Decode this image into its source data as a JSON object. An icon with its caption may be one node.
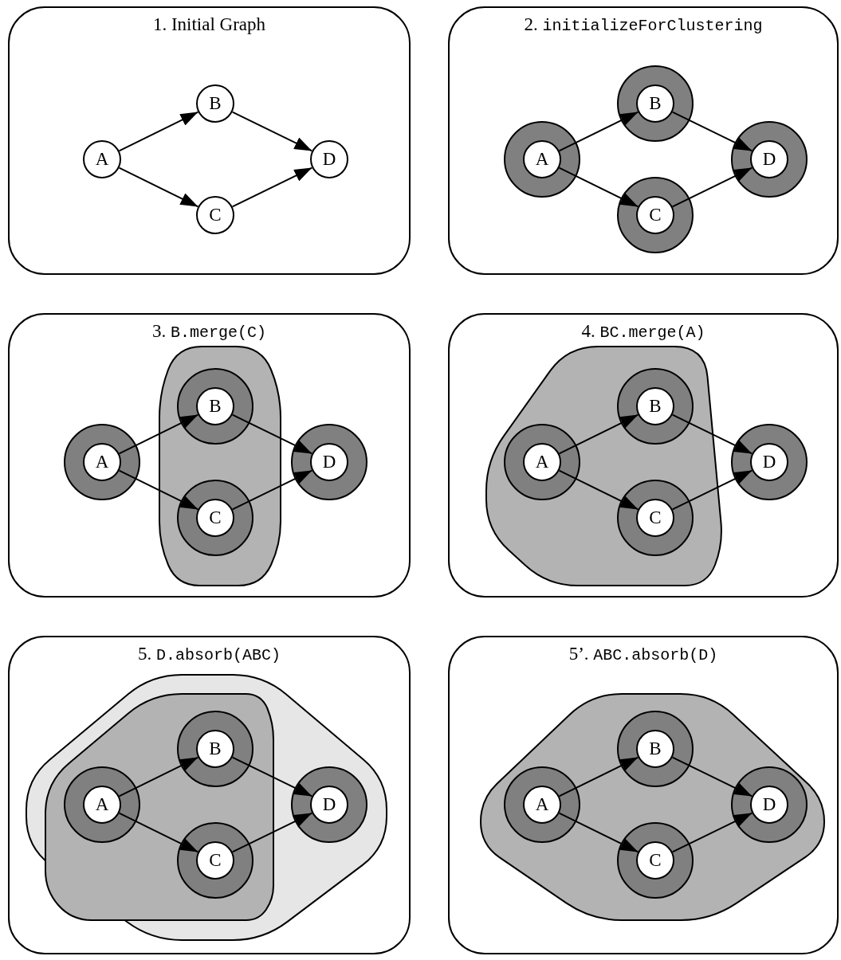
{
  "diagram": {
    "nodes": [
      {
        "text": [
          "1. Initial Graph"
        ]
      },
      {
        "text": [
          "A"
        ],
        "in": 0
      },
      {
        "text": [
          "B"
        ],
        "in": 0
      },
      {
        "text": [
          "C"
        ],
        "in": 0
      },
      {
        "text": [
          "D"
        ],
        "in": 0
      },
      {
        "text": [
          "2. initializeForClustering"
        ]
      },
      {
        "text": [],
        "shape": "circle",
        "in": 5
      },
      {
        "text": [
          "A"
        ],
        "in": 6
      },
      {
        "text": [],
        "shape": "circle",
        "in": 5
      },
      {
        "text": [
          "B"
        ],
        "in": 8
      },
      {
        "text": [],
        "shape": "circle",
        "in": 5
      },
      {
        "text": [
          "C"
        ],
        "in": 10
      },
      {
        "text": [],
        "shape": "circle",
        "in": 5
      },
      {
        "text": [
          "D"
        ],
        "in": 12
      },
      {
        "text": [
          "3. B.merge(C)"
        ]
      },
      {
        "text": [],
        "shape": "circle",
        "in": 14
      },
      {
        "text": [
          "A"
        ],
        "in": 15
      },
      {
        "text": [],
        "shape": "box",
        "in": 14
      },
      {
        "text": [],
        "shape": "circle",
        "in": 17
      },
      {
        "text": [
          "B"
        ],
        "in": 18
      },
      {
        "text": [],
        "shape": "circle",
        "in": 17
      },
      {
        "text": [
          "C"
        ],
        "in": 20
      },
      {
        "text": [],
        "shape": "circle",
        "in": 14
      },
      {
        "text": [
          "D"
        ],
        "in": 22
      },
      {
        "text": [
          "4. BC.merge(A)"
        ]
      },
      {
        "text": [],
        "shape": "box",
        "in": 24
      },
      {
        "text": [],
        "shape": "circle",
        "in": 25
      },
      {
        "text": [
          "A"
        ],
        "in": 26
      },
      {
        "text": [],
        "shape": "circle",
        "in": 25
      },
      {
        "text": [
          "B"
        ],
        "in": 28
      },
      {
        "text": [],
        "shape": "circle",
        "in": 25
      },
      {
        "text": [
          "C"
        ],
        "in": 30
      },
      {
        "text": [],
        "shape": "circle",
        "in": 24
      },
      {
        "text": [
          "D"
        ],
        "in": 32
      },
      {
        "text": [
          "5. D.absorb(ABC)"
        ]
      },
      {
        "text": [],
        "shape": "box",
        "in": 34
      },
      {
        "text": [],
        "shape": "box",
        "in": 35
      },
      {
        "text": [],
        "shape": "circle",
        "in": 36
      },
      {
        "text": [
          "A"
        ],
        "in": 37
      },
      {
        "text": [],
        "shape": "circle",
        "in": 36
      },
      {
        "text": [
          "B"
        ],
        "in": 39
      },
      {
        "text": [],
        "shape": "circle",
        "in": 36
      },
      {
        "text": [
          "C"
        ],
        "in": 41
      },
      {
        "text": [],
        "shape": "circle",
        "in": 35
      },
      {
        "text": [
          "D"
        ],
        "in": 43
      },
      {
        "text": [
          "5’. ABC.absorb(D)"
        ]
      },
      {
        "text": [],
        "shape": "box",
        "in": 45
      },
      {
        "text": [],
        "shape": "circle",
        "in": 46
      },
      {
        "text": [
          "A"
        ],
        "in": 47
      },
      {
        "text": [],
        "shape": "circle",
        "in": 46
      },
      {
        "text": [
          "B"
        ],
        "in": 49
      },
      {
        "text": [],
        "shape": "circle",
        "in": 46
      },
      {
        "text": [
          "C"
        ],
        "in": 51
      },
      {
        "text": [],
        "shape": "circle",
        "in": 46
      },
      {
        "text": [
          "D"
        ],
        "in": 53
      }
    ],
    "edges": [
      {
        "from": 1,
        "to": 2,
        "arrow": "to"
      },
      {
        "from": 1,
        "to": 3,
        "arrow": "to"
      },
      {
        "from": 2,
        "to": 4,
        "arrow": "to"
      },
      {
        "from": 3,
        "to": 4,
        "arrow": "to"
      },
      {
        "from": 7,
        "to": 9,
        "arrow": "to"
      },
      {
        "from": 7,
        "to": 11,
        "arrow": "to"
      },
      {
        "from": 9,
        "to": 13,
        "arrow": "to"
      },
      {
        "from": 11,
        "to": 13,
        "arrow": "to"
      },
      {
        "from": 16,
        "to": 19,
        "arrow": "to"
      },
      {
        "from": 16,
        "to": 21,
        "arrow": "to"
      },
      {
        "from": 19,
        "to": 23,
        "arrow": "to"
      },
      {
        "from": 21,
        "to": 23,
        "arrow": "to"
      },
      {
        "from": 27,
        "to": 29,
        "arrow": "to"
      },
      {
        "from": 27,
        "to": 31,
        "arrow": "to"
      },
      {
        "from": 29,
        "to": 33,
        "arrow": "to"
      },
      {
        "from": 31,
        "to": 33,
        "arrow": "to"
      },
      {
        "from": 38,
        "to": 40,
        "arrow": "to"
      },
      {
        "from": 38,
        "to": 42,
        "arrow": "to"
      },
      {
        "from": 40,
        "to": 44,
        "arrow": "to"
      },
      {
        "from": 42,
        "to": 44,
        "arrow": "to"
      },
      {
        "from": 48,
        "to": 50,
        "arrow": "to"
      },
      {
        "from": 48,
        "to": 52,
        "arrow": "to"
      },
      {
        "from": 50,
        "to": 54,
        "arrow": "to"
      },
      {
        "from": 52,
        "to": 54,
        "arrow": "to"
      }
    ]
  }
}
